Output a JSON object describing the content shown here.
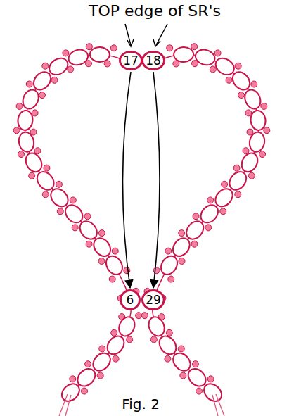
{
  "diagram": {
    "nodes": [
      {
        "text": [
          "17"
        ]
      },
      {
        "text": [
          "18"
        ]
      },
      {
        "text": [
          "6"
        ]
      },
      {
        "text": [
          "29"
        ]
      }
    ],
    "edges": [
      {
        "from": 0,
        "to": 2,
        "arrow": "to"
      },
      {
        "from": 1,
        "to": 3,
        "arrow": "to"
      }
    ],
    "labels": [
      "TOP edge of SR's",
      "Fig. 2"
    ]
  }
}
